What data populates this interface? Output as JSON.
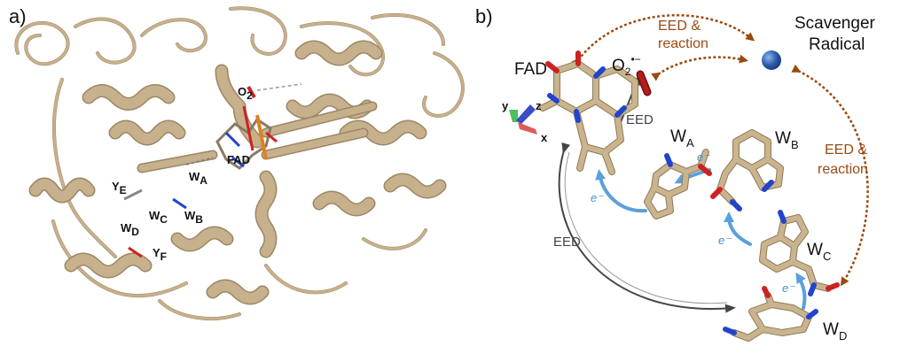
{
  "panels": {
    "a": {
      "label": "a)",
      "residue_labels": {
        "o2": "O",
        "o2_sub": "2",
        "fad": "FAD",
        "wa": "W",
        "wa_sub": "A",
        "wb": "W",
        "wb_sub": "B",
        "wc": "W",
        "wc_sub": "C",
        "wd": "W",
        "wd_sub": "D",
        "ye": "Y",
        "ye_sub": "E",
        "yf": "Y",
        "yf_sub": "F"
      }
    },
    "b": {
      "label": "b)",
      "fad": "FAD",
      "o2": "O",
      "o2_sub": "2",
      "o2_sup": "•−",
      "scavenger_line1": "Scavenger",
      "scavenger_line2": "Radical",
      "eed_reaction_1_line1": "EED &",
      "eed_reaction_1_line2": "reaction",
      "eed_reaction_2_line1": "EED &",
      "eed_reaction_2_line2": "reaction",
      "eed_short": "EED",
      "eed_long": "EED",
      "wa": "W",
      "wa_sub": "A",
      "wb": "W",
      "wb_sub": "B",
      "wc": "W",
      "wc_sub": "C",
      "wd": "W",
      "wd_sub": "D",
      "electron_1": "e⁻",
      "electron_2": "e⁻",
      "electron_3": "e⁻",
      "electron_4": "e⁻",
      "axis_x": "x",
      "axis_y": "y",
      "axis_z": "z"
    }
  },
  "colors": {
    "protein": "#c7b08c",
    "brown_arrow": "#9a4a12",
    "blue_arrow": "#5aa0dc",
    "grey_arrow": "#444444",
    "oxygen": "#cc2222",
    "nitrogen": "#2244cc",
    "scavenger": "#2b5aa8"
  }
}
